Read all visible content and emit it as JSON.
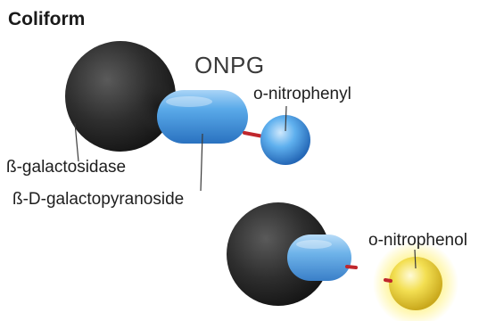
{
  "diagram": {
    "title": "Coliform",
    "onpg_label": "ONPG",
    "o_nitrophenyl_label": "o-nitrophenyl",
    "b_galactosidase_label": "ß-galactosidase",
    "b_d_galactopyranoside_label": "ß-D-galactopyranoside",
    "o_nitrophenol_label": "o-nitrophenol"
  },
  "colors": {
    "enzyme": "#2b2b2b",
    "substrate": "#4a9be0",
    "linker": "#c0272d",
    "product": "#f5e14a",
    "text": "#1e1e1e"
  }
}
